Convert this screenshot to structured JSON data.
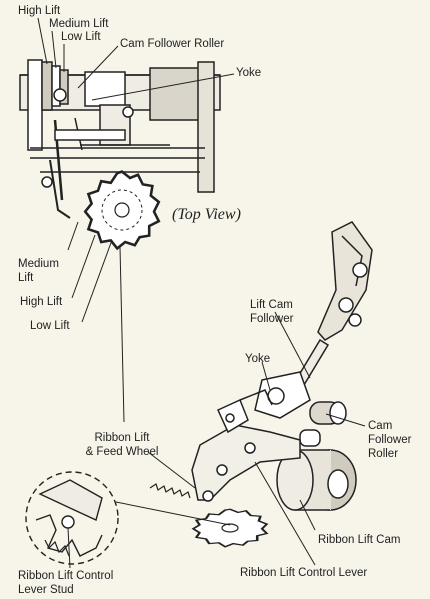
{
  "labels": {
    "high_lift_top": "High Lift",
    "medium_lift_top": "Medium Lift",
    "low_lift_top": "Low Lift",
    "cam_follower_roller_top": "Cam Follower Roller",
    "yoke_top": "Yoke",
    "top_view": "(Top View)",
    "medium_lift_left_1": "Medium",
    "medium_lift_left_2": "Lift",
    "high_lift_left": "High Lift",
    "low_lift_left": "Low Lift",
    "lift_cam_follower_1": "Lift Cam",
    "lift_cam_follower_2": "Follower",
    "yoke_right": "Yoke",
    "cam_follower_roller_right_1": "Cam",
    "cam_follower_roller_right_2": "Follower",
    "cam_follower_roller_right_3": "Roller",
    "ribbon_lift_feed_wheel_1": "Ribbon Lift",
    "ribbon_lift_feed_wheel_2": "& Feed Wheel",
    "ribbon_lift_cam": "Ribbon Lift Cam",
    "ribbon_lift_control_lever": "Ribbon Lift Control Lever",
    "ribbon_lift_control_lever_stud_1": "Ribbon Lift Control",
    "ribbon_lift_control_lever_stud_2": "Lever Stud"
  }
}
